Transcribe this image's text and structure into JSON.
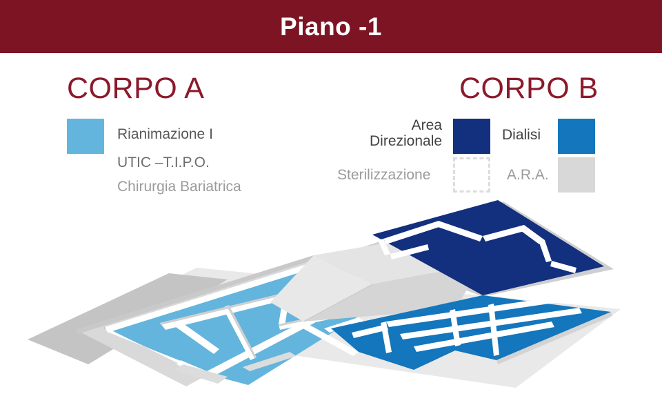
{
  "header": {
    "title": "Piano -1"
  },
  "corpo_a": {
    "heading": "CORPO A",
    "items": [
      {
        "label": "Rianimazione I",
        "color": "#64b5dd"
      },
      {
        "label": "UTIC –T.I.P.O.",
        "color": "#64b5dd"
      },
      {
        "label": "Chirurgia Bariatrica",
        "color": "#64b5dd"
      }
    ]
  },
  "corpo_b": {
    "heading": "CORPO B",
    "items": [
      {
        "label": "Area\nDirezionale",
        "label_line1": "Area",
        "label_line2": "Direzionale",
        "color": "#12307e"
      },
      {
        "label": "Dialisi",
        "color": "#1476bc"
      },
      {
        "label": "Sterilizzazione",
        "color": "#ffffff"
      },
      {
        "label": "A.R.A.",
        "color": "#d8d8d8"
      }
    ]
  },
  "palette": {
    "header_bg": "#7d1423",
    "heading_red": "#8b1a2b",
    "light_blue": "#64b5dd",
    "mid_blue": "#1476bc",
    "navy": "#12307e",
    "gray": "#d8d8d8",
    "light_gray": "#e8e8e8",
    "slab_gray": "#c4c4c4",
    "corridor_white": "#ffffff"
  },
  "map": {
    "name": "floor-plan-isometric",
    "description": "Isometric floor plan of Piano -1 showing Corpo A (light blue wards) on the left and Corpo B (navy, mid blue and gray zones) on the right, joined by a gray central atrium."
  }
}
